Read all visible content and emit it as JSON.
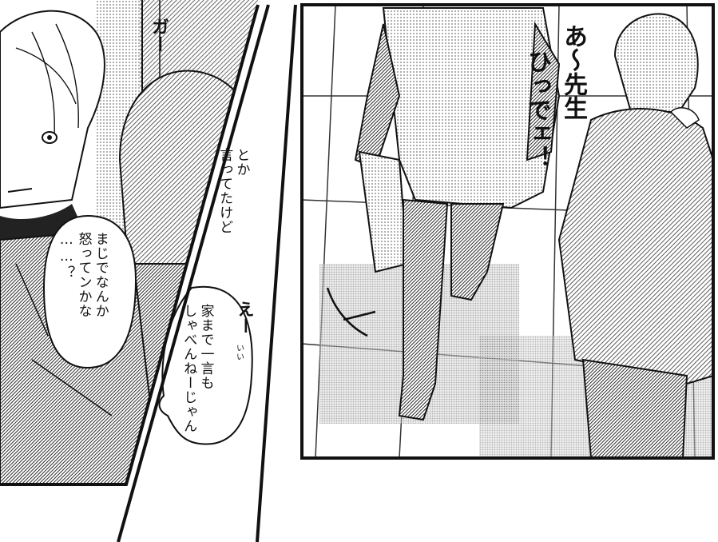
{
  "panels": {
    "left": {
      "sfx_door": "ガー",
      "bubble_text": "まじでなんか\n怒ってンかな\n……？"
    },
    "middle": {
      "narration": "とか\n言ってたけど",
      "sfx_e": "えー",
      "bubble_text": "家まで一言も\nしゃべんねーじゃん",
      "ruby": "いい"
    },
    "right": {
      "shout_line1": "あ〜先生",
      "shout_line2": "ひっでェ！"
    }
  },
  "colors": {
    "ink": "#111111",
    "paper": "#ffffff",
    "screentone": "#b8b8b8"
  }
}
